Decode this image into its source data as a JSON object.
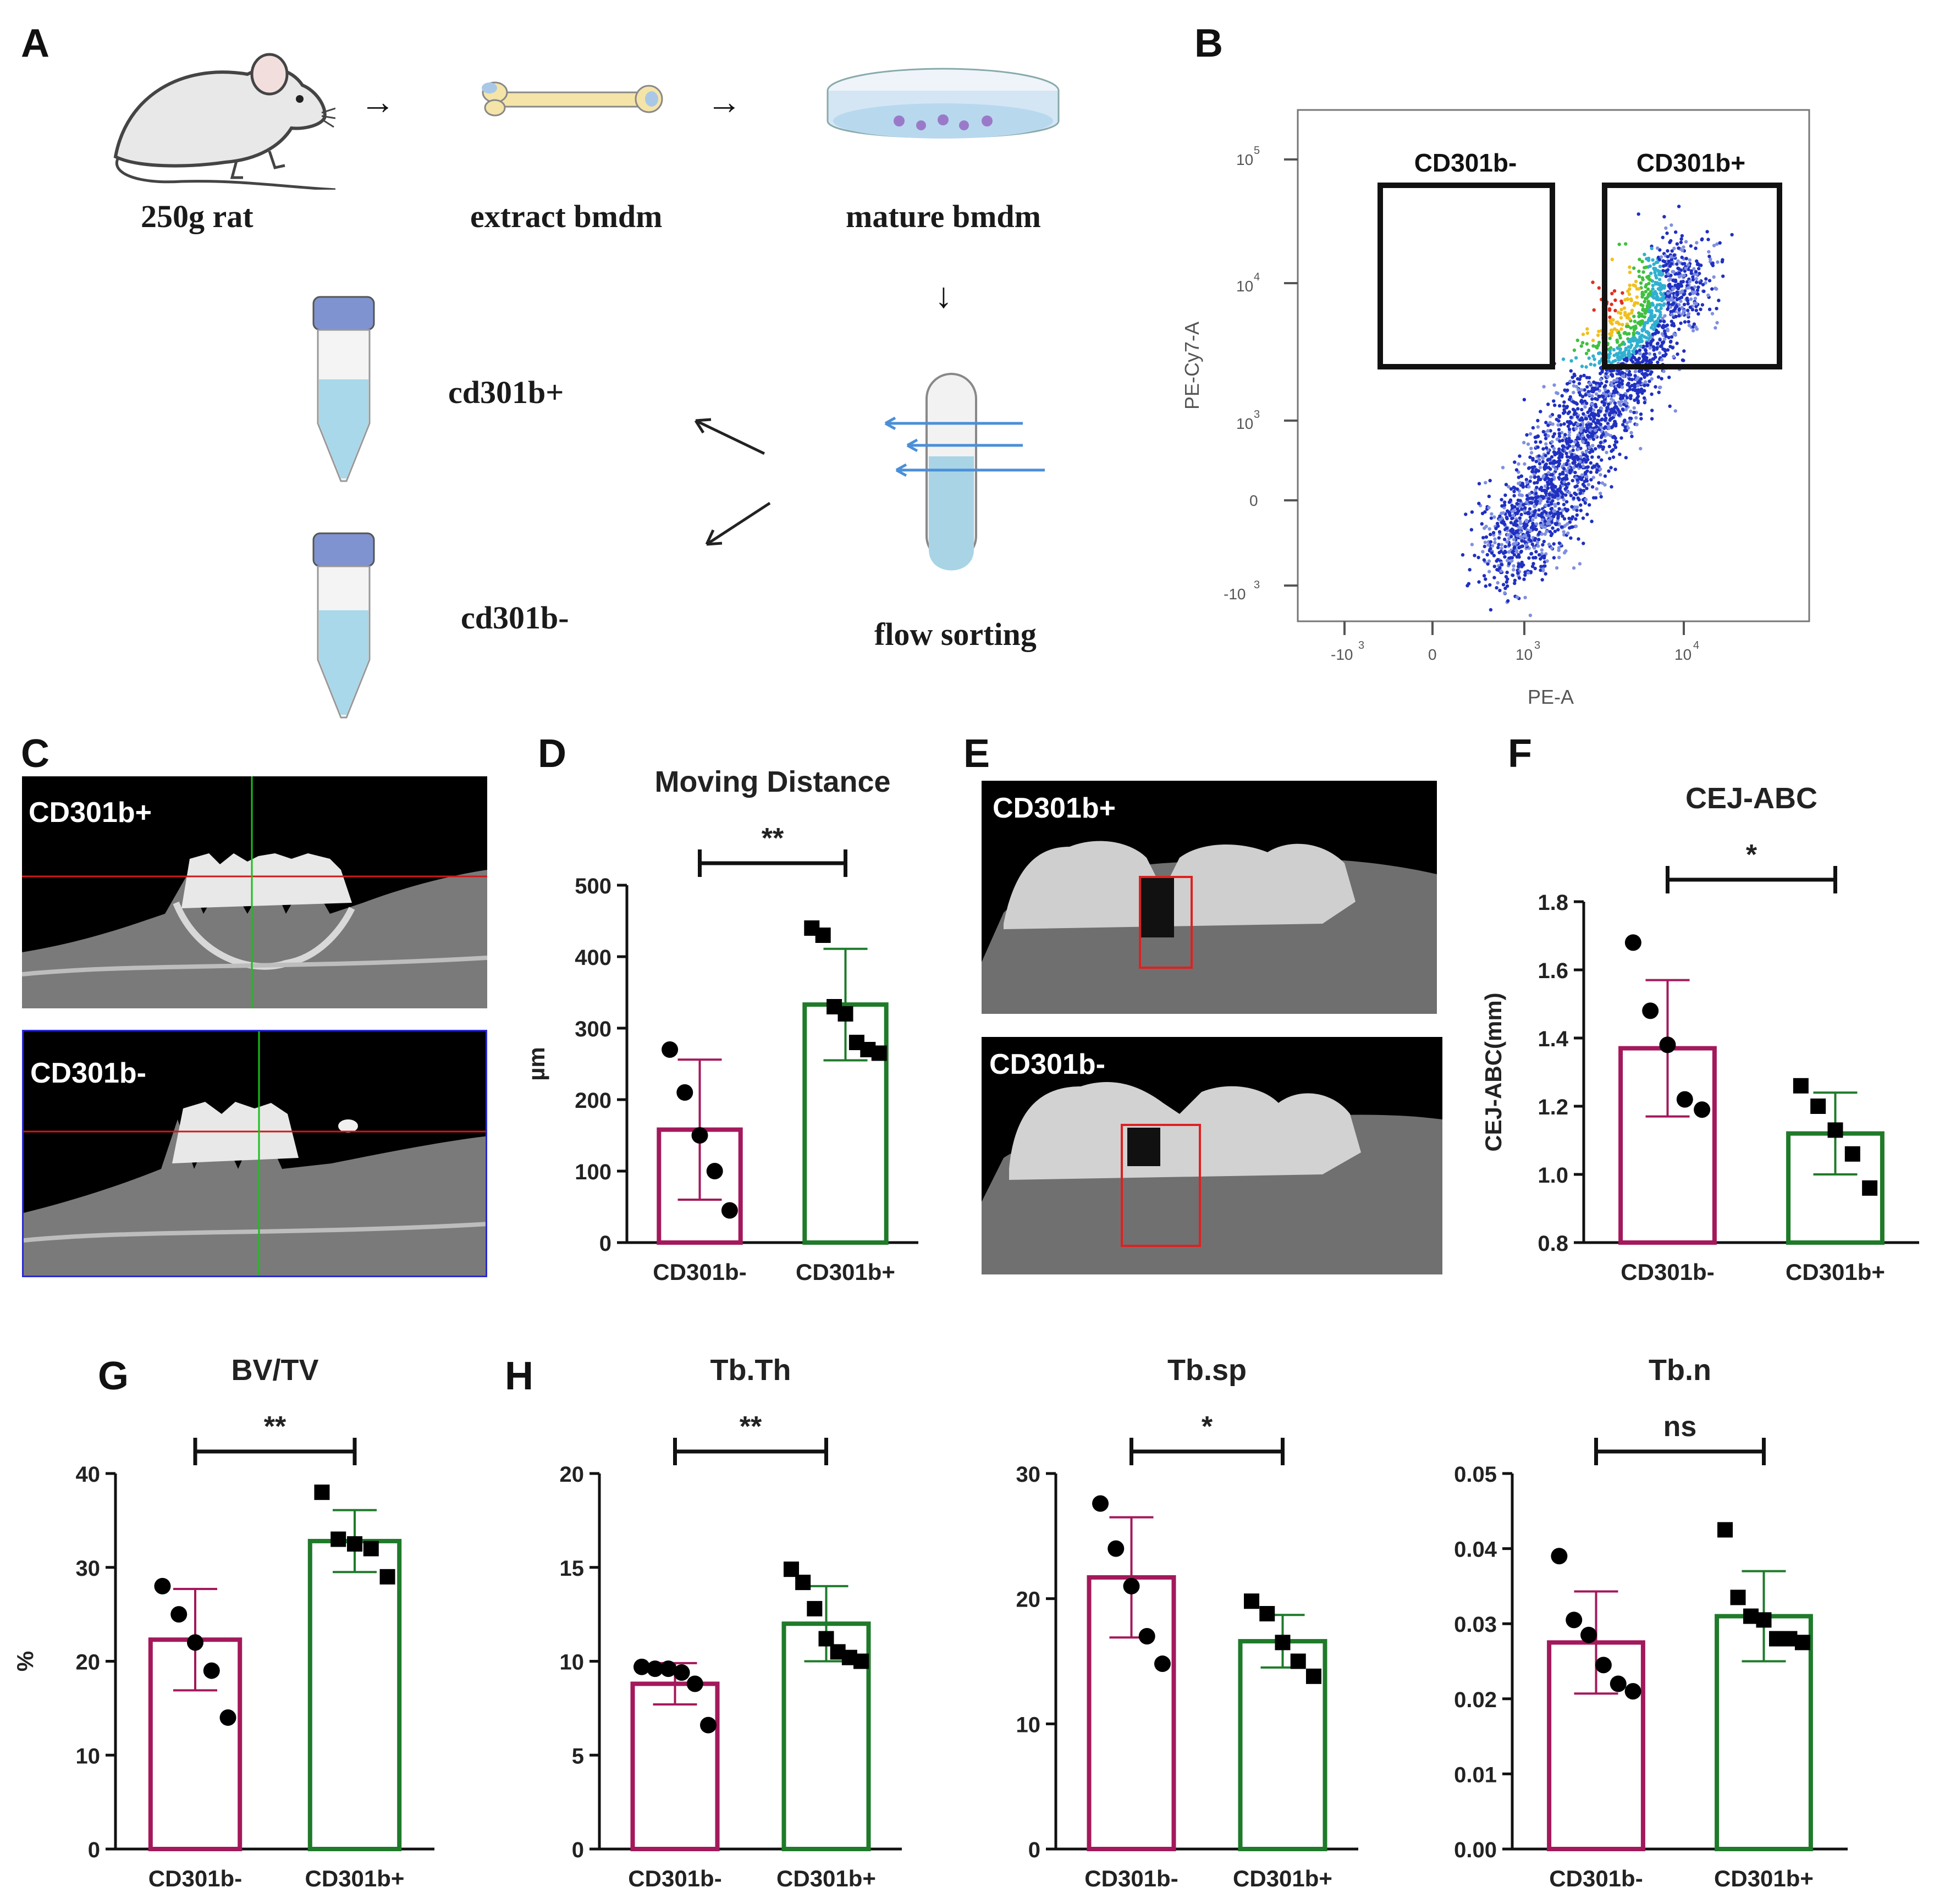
{
  "panel_letters": {
    "a": "A",
    "b": "B",
    "c": "C",
    "d": "D",
    "e": "E",
    "f": "F",
    "g": "G",
    "h": "H"
  },
  "workflow": {
    "rat_label": "250g rat",
    "extract_label": "extract bmdm",
    "mature_label": "mature bmdm",
    "sorting_label": "flow sorting",
    "tube_pos_label": "cd301b+",
    "tube_neg_label": "cd301b-",
    "arrow_glyph": "→",
    "down_arrow_glyph": "↓"
  },
  "flow": {
    "xlabel": "PE-A",
    "ylabel": "PE-Cy7-A",
    "x_ticks": [
      "-10",
      "0",
      "10",
      "10"
    ],
    "x_tick_exponents": [
      "3",
      "",
      "3",
      "4"
    ],
    "y_ticks": [
      "10",
      "10",
      "10",
      "0",
      "-10"
    ],
    "y_tick_exponents": [
      "5",
      "4",
      "3",
      "",
      "3"
    ],
    "gate_neg_label": "CD301b-",
    "gate_pos_label": "CD301b+"
  },
  "ct_sagittal": {
    "top_label": "CD301b+",
    "bottom_label": "CD301b-"
  },
  "ct_3d": {
    "top_label": "CD301b+",
    "bottom_label": "CD301b-"
  },
  "colors": {
    "neg_bar": "#a3195b",
    "pos_bar": "#1f7a2a",
    "axis": "#111111",
    "dot": "#000000",
    "ct_crosshair_h": "#d01818",
    "ct_crosshair_v": "#18c018",
    "roi_box": "#e02020"
  },
  "chart_data": [
    {
      "id": "D",
      "type": "bar",
      "title": "Moving Distance",
      "ylabel": "µm",
      "xlabel": "",
      "categories": [
        "CD301b-",
        "CD301b+"
      ],
      "values": [
        158,
        333
      ],
      "errors": [
        98,
        78
      ],
      "points": [
        [
          270,
          210,
          150,
          100,
          45
        ],
        [
          440,
          430,
          330,
          320,
          280,
          270,
          265
        ]
      ],
      "ylim": [
        0,
        500
      ],
      "yticks": [
        "0",
        "100",
        "200",
        "300",
        "400",
        "500"
      ],
      "significance": "**"
    },
    {
      "id": "F",
      "type": "bar",
      "title": "CEJ-ABC",
      "ylabel": "CEJ-ABC(mm)",
      "xlabel": "",
      "categories": [
        "CD301b-",
        "CD301b+"
      ],
      "values": [
        1.37,
        1.12
      ],
      "errors": [
        0.2,
        0.12
      ],
      "points": [
        [
          1.68,
          1.48,
          1.38,
          1.22,
          1.19
        ],
        [
          1.26,
          1.2,
          1.13,
          1.06,
          0.96
        ]
      ],
      "ylim": [
        0.8,
        1.8
      ],
      "yticks": [
        "0.8",
        "1.0",
        "1.2",
        "1.4",
        "1.6",
        "1.8"
      ],
      "significance": "*"
    },
    {
      "id": "G",
      "type": "bar",
      "title": "BV/TV",
      "ylabel": "%",
      "xlabel": "",
      "categories": [
        "CD301b-",
        "CD301b+"
      ],
      "values": [
        22.3,
        32.8
      ],
      "errors": [
        5.4,
        3.3
      ],
      "points": [
        [
          28,
          25,
          22,
          19,
          14
        ],
        [
          38,
          33,
          32.5,
          32,
          29
        ]
      ],
      "ylim": [
        0,
        40
      ],
      "yticks": [
        "0",
        "10",
        "20",
        "30",
        "40"
      ],
      "significance": "**"
    },
    {
      "id": "H1",
      "type": "bar",
      "title": "Tb.Th",
      "ylabel": "",
      "xlabel": "",
      "categories": [
        "CD301b-",
        "CD301b+"
      ],
      "values": [
        8.8,
        12.0
      ],
      "errors": [
        1.1,
        2.0
      ],
      "points": [
        [
          9.7,
          9.6,
          9.6,
          9.4,
          8.8,
          6.6
        ],
        [
          14.9,
          14.2,
          12.8,
          11.2,
          10.5,
          10.2,
          10.0
        ]
      ],
      "ylim": [
        0,
        20
      ],
      "yticks": [
        "0",
        "5",
        "10",
        "15",
        "20"
      ],
      "significance": "**"
    },
    {
      "id": "H2",
      "type": "bar",
      "title": "Tb.sp",
      "ylabel": "",
      "xlabel": "",
      "categories": [
        "CD301b-",
        "CD301b+"
      ],
      "values": [
        21.7,
        16.6
      ],
      "errors": [
        4.8,
        2.1
      ],
      "points": [
        [
          27.6,
          24,
          21,
          17,
          14.8
        ],
        [
          19.8,
          18.8,
          16.5,
          15,
          13.8
        ]
      ],
      "ylim": [
        0,
        30
      ],
      "yticks": [
        "0",
        "10",
        "20",
        "30"
      ],
      "significance": "*"
    },
    {
      "id": "H3",
      "type": "bar",
      "title": "Tb.n",
      "ylabel": "",
      "xlabel": "",
      "categories": [
        "CD301b-",
        "CD301b+"
      ],
      "values": [
        0.0275,
        0.031
      ],
      "errors": [
        0.0068,
        0.006
      ],
      "points": [
        [
          0.039,
          0.0305,
          0.0285,
          0.0245,
          0.022,
          0.021
        ],
        [
          0.0425,
          0.0335,
          0.031,
          0.0305,
          0.028,
          0.028,
          0.0275
        ]
      ],
      "ylim": [
        0,
        0.05
      ],
      "yticks": [
        "0.00",
        "0.01",
        "0.02",
        "0.03",
        "0.04",
        "0.05"
      ],
      "significance": "ns"
    }
  ]
}
